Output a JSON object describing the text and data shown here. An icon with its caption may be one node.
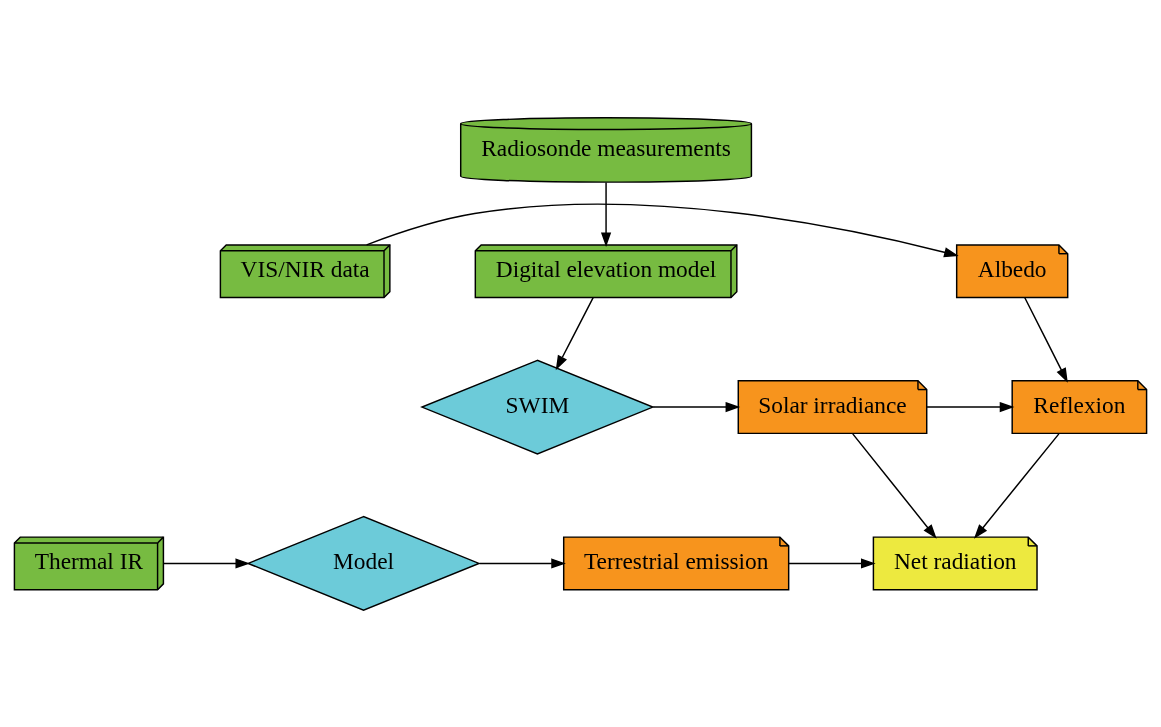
{
  "diagram": {
    "nodes": [
      {
        "text": [
          "Radiosonde measurements"
        ]
      },
      {
        "text": [
          "Digital elevation model"
        ]
      },
      {
        "text": [
          "VIS/NIR data"
        ]
      },
      {
        "text": [
          "Albedo"
        ]
      },
      {
        "text": [
          "SWIM"
        ]
      },
      {
        "text": [
          "Solar irradiance"
        ]
      },
      {
        "text": [
          "Reflexion"
        ]
      },
      {
        "text": [
          "Thermal IR"
        ]
      },
      {
        "text": [
          "Model"
        ]
      },
      {
        "text": [
          "Terrestrial emission"
        ]
      },
      {
        "text": [
          "Net radiation"
        ]
      }
    ],
    "edges": [
      {
        "from": 0,
        "to": 1,
        "arrow": "to"
      },
      {
        "from": 1,
        "to": 4,
        "arrow": "to"
      },
      {
        "from": 2,
        "to": 3,
        "arrow": "to"
      },
      {
        "from": 3,
        "to": 6,
        "arrow": "to"
      },
      {
        "from": 4,
        "to": 5,
        "arrow": "to"
      },
      {
        "from": 5,
        "to": 6,
        "arrow": "to"
      },
      {
        "from": 5,
        "to": 10,
        "arrow": "to"
      },
      {
        "from": 6,
        "to": 10,
        "arrow": "to"
      },
      {
        "from": 7,
        "to": 8,
        "arrow": "to"
      },
      {
        "from": 8,
        "to": 9,
        "arrow": "to"
      },
      {
        "from": 9,
        "to": 10,
        "arrow": "to"
      }
    ]
  }
}
